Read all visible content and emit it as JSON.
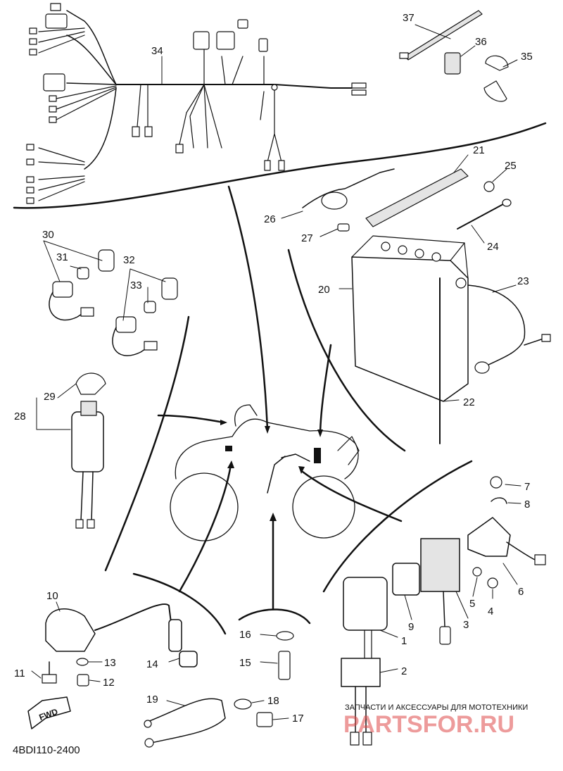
{
  "diagram": {
    "drawing_code": "4BDI110-2400",
    "direction_label": "FWD",
    "watermark_tagline": "ЗАПЧАСТИ И АКСЕССУАРЫ ДЛЯ МОТОТЕХНИКИ",
    "watermark_logo": "PARTSFOR.RU",
    "callouts": [
      "1",
      "2",
      "3",
      "4",
      "5",
      "6",
      "7",
      "8",
      "9",
      "10",
      "11",
      "12",
      "13",
      "14",
      "15",
      "16",
      "17",
      "18",
      "19",
      "20",
      "21",
      "22",
      "23",
      "24",
      "25",
      "26",
      "27",
      "28",
      "29",
      "30",
      "31",
      "32",
      "33",
      "34",
      "35",
      "36",
      "37"
    ]
  },
  "colors": {
    "line": "#111111",
    "watermark": "#e04a4a",
    "background": "#ffffff"
  }
}
